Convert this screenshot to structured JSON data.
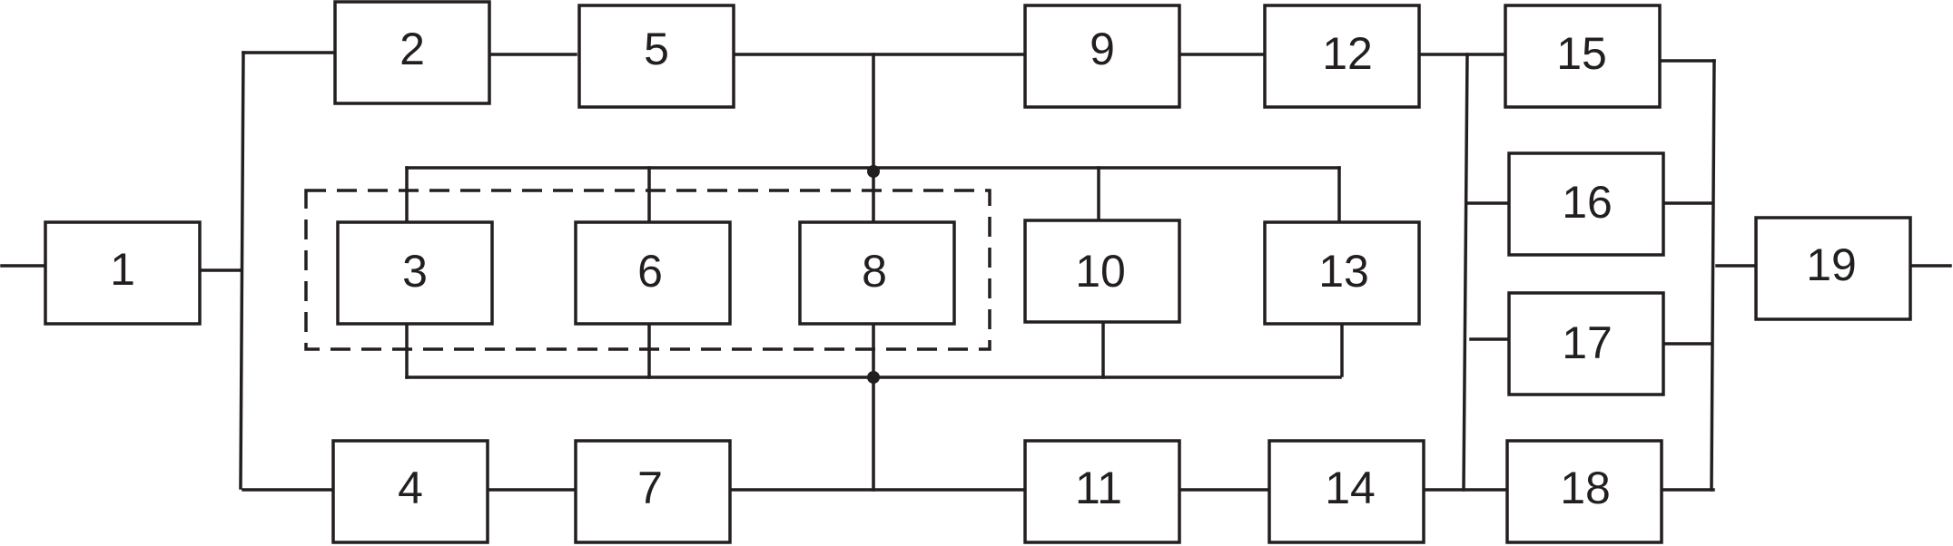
{
  "blocks": {
    "b1": "1",
    "b2": "2",
    "b3": "3",
    "b4": "4",
    "b5": "5",
    "b6": "6",
    "b7": "7",
    "b8": "8",
    "b9": "9",
    "b10": "10",
    "b11": "11",
    "b12": "12",
    "b13": "13",
    "b14": "14",
    "b15": "15",
    "b16": "16",
    "b17": "17",
    "b18": "18",
    "b19": "19"
  },
  "colors": {
    "line": "#231f20",
    "background": "#ffffff"
  }
}
